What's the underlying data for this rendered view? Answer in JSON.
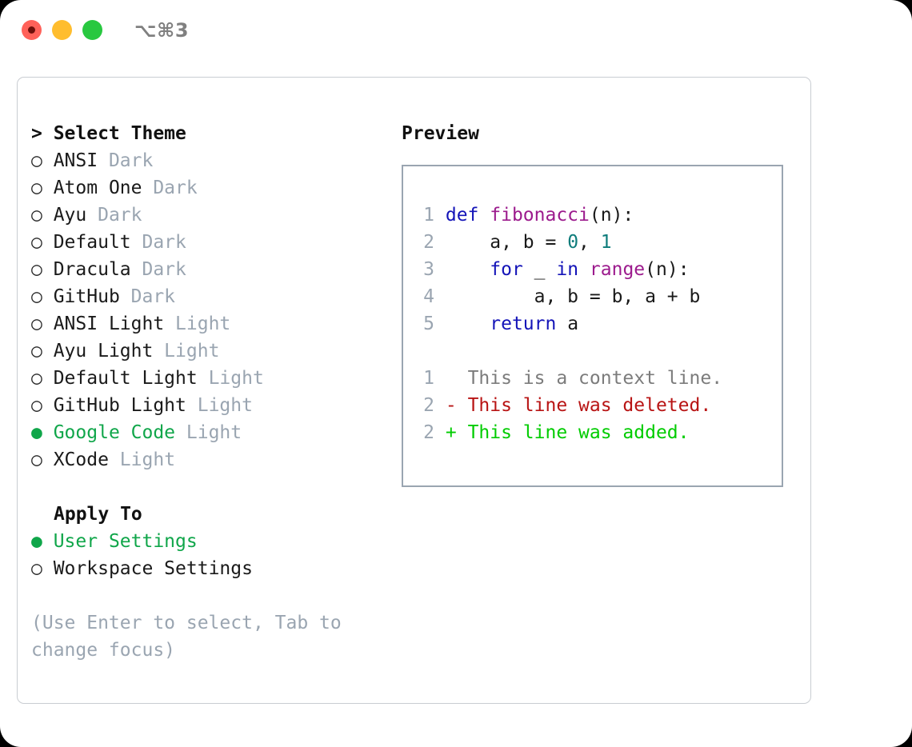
{
  "window": {
    "shortcut": "⌥⌘3",
    "traffic_lights": [
      {
        "name": "close",
        "color": "#ff6159"
      },
      {
        "name": "minimize",
        "color": "#ffbd2e"
      },
      {
        "name": "maximize",
        "color": "#28c840"
      }
    ]
  },
  "theme_picker": {
    "heading": "> Select Theme",
    "marker_unselected": "○",
    "marker_selected": "●",
    "accent_color": "#10a64a",
    "muted_color": "#9aa5b1",
    "options": [
      {
        "label": "ANSI",
        "category": "Dark",
        "selected": false
      },
      {
        "label": "Atom One",
        "category": "Dark",
        "selected": false
      },
      {
        "label": "Ayu",
        "category": "Dark",
        "selected": false
      },
      {
        "label": "Default",
        "category": "Dark",
        "selected": false
      },
      {
        "label": "Dracula",
        "category": "Dark",
        "selected": false
      },
      {
        "label": "GitHub",
        "category": "Dark",
        "selected": false
      },
      {
        "label": "ANSI Light",
        "category": "Light",
        "selected": false
      },
      {
        "label": "Ayu Light",
        "category": "Light",
        "selected": false
      },
      {
        "label": "Default Light",
        "category": "Light",
        "selected": false
      },
      {
        "label": "GitHub Light",
        "category": "Light",
        "selected": false
      },
      {
        "label": "Google Code",
        "category": "Light",
        "selected": true
      },
      {
        "label": "XCode",
        "category": "Light",
        "selected": false
      }
    ]
  },
  "apply_to": {
    "heading": "Apply To",
    "options": [
      {
        "label": "User Settings",
        "selected": true
      },
      {
        "label": "Workspace Settings",
        "selected": false
      }
    ]
  },
  "hint": "(Use Enter to select, Tab to change focus)",
  "preview": {
    "title": "Preview",
    "code_lines": [
      {
        "num": "1",
        "tokens": [
          {
            "text": "def ",
            "kind": "kw"
          },
          {
            "text": "fibonacci",
            "kind": "fn"
          },
          {
            "text": "(n):",
            "kind": "txt"
          }
        ]
      },
      {
        "num": "2",
        "tokens": [
          {
            "text": "    a, b = ",
            "kind": "txt"
          },
          {
            "text": "0",
            "kind": "num"
          },
          {
            "text": ", ",
            "kind": "txt"
          },
          {
            "text": "1",
            "kind": "num"
          }
        ]
      },
      {
        "num": "3",
        "tokens": [
          {
            "text": "    ",
            "kind": "txt"
          },
          {
            "text": "for",
            "kind": "kw"
          },
          {
            "text": " _ ",
            "kind": "txt"
          },
          {
            "text": "in",
            "kind": "kw"
          },
          {
            "text": " ",
            "kind": "txt"
          },
          {
            "text": "range",
            "kind": "fn"
          },
          {
            "text": "(n):",
            "kind": "txt"
          }
        ]
      },
      {
        "num": "4",
        "tokens": [
          {
            "text": "        a, b = b, a + b",
            "kind": "txt"
          }
        ]
      },
      {
        "num": "5",
        "tokens": [
          {
            "text": "    ",
            "kind": "txt"
          },
          {
            "text": "return",
            "kind": "kw"
          },
          {
            "text": " a",
            "kind": "txt"
          }
        ]
      }
    ],
    "diff_lines": [
      {
        "num": "1",
        "marker": "  ",
        "text": "This is a context line.",
        "kind": "ctx"
      },
      {
        "num": "2",
        "marker": "- ",
        "text": "This line was deleted.",
        "kind": "del"
      },
      {
        "num": "2",
        "marker": "+ ",
        "text": "This line was added.",
        "kind": "add"
      }
    ]
  }
}
